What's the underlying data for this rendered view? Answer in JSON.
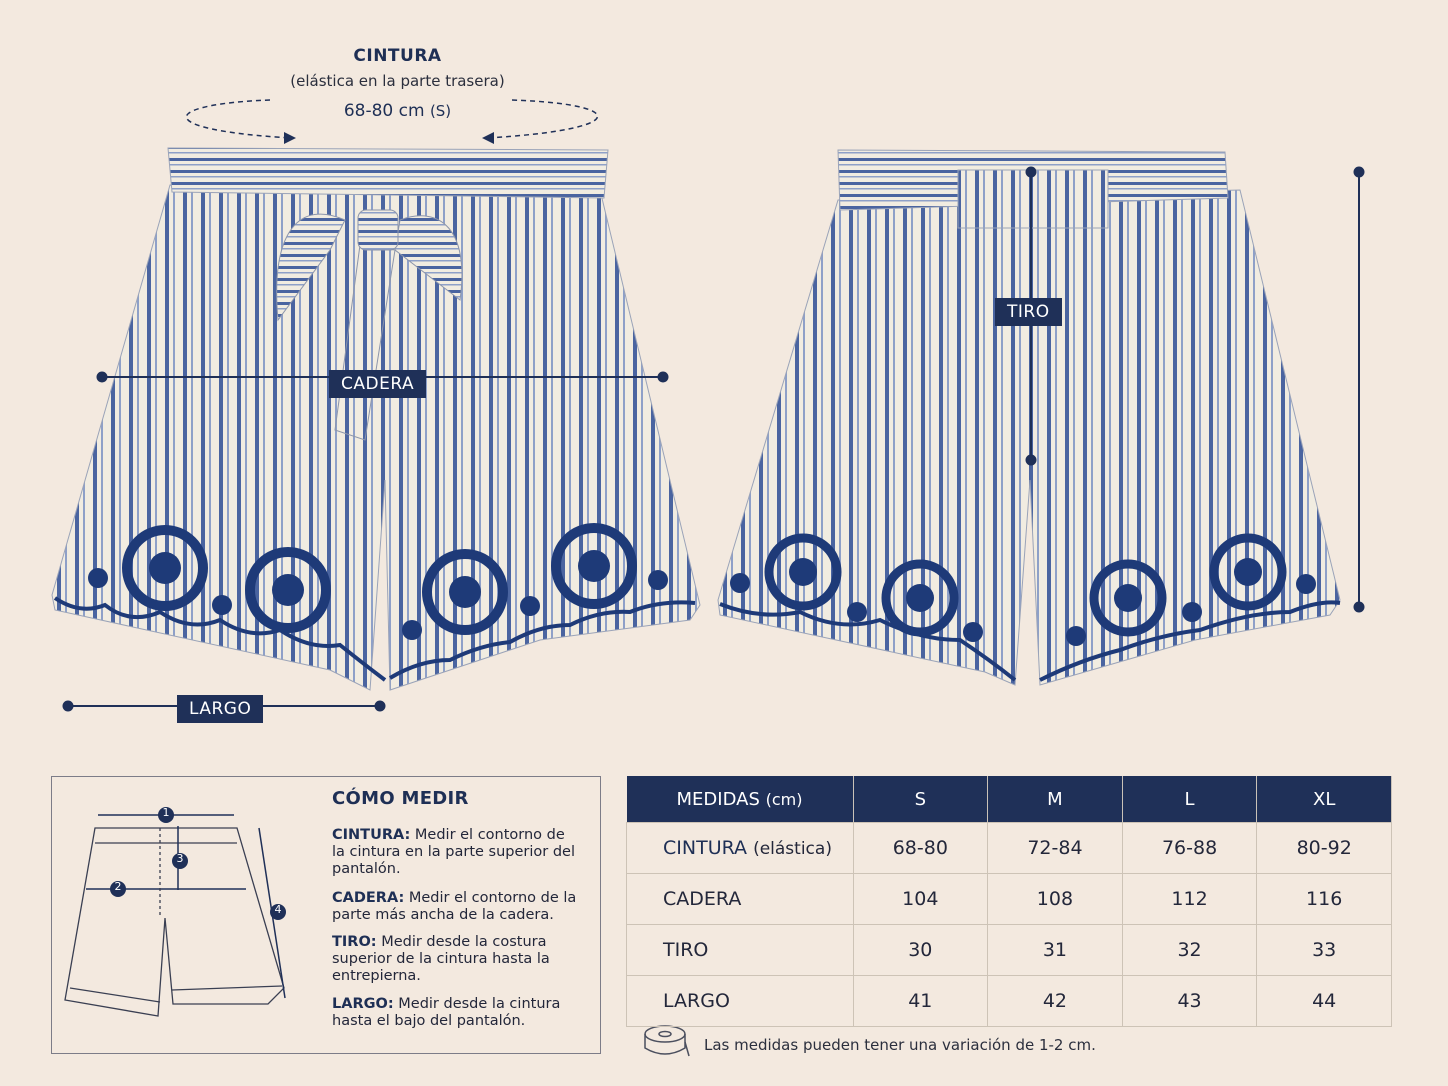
{
  "waist": {
    "title": "CINTURA",
    "subtitle": "(elástica en la parte trasera)",
    "value": "68-80 cm",
    "size": "(S)"
  },
  "labels": {
    "hip": "CADERA",
    "length": "LARGO",
    "rise": "TIRO"
  },
  "how_to": {
    "title": "CÓMO MEDIR",
    "markers": [
      "1",
      "2",
      "3",
      "4"
    ],
    "items": [
      {
        "term": "CINTURA:",
        "text": "Medir el contorno de la cintura en la parte superior del pantalón."
      },
      {
        "term": "CADERA:",
        "text": "Medir el contorno de la parte más ancha de la cadera."
      },
      {
        "term": "TIRO:",
        "text": "Medir desde la costura superior de la cintura hasta la entrepierna."
      },
      {
        "term": "LARGO:",
        "text": "Medir desde la cintura hasta el bajo del pantalón."
      }
    ]
  },
  "table": {
    "header": {
      "label": "MEDIDAS",
      "unit": "(cm)",
      "sizes": [
        "S",
        "M",
        "L",
        "XL"
      ]
    },
    "rows": [
      {
        "label": "CINTURA",
        "note": "(elástica)",
        "values": [
          "68-80",
          "72-84",
          "76-88",
          "80-92"
        ]
      },
      {
        "label": "CADERA",
        "note": "",
        "values": [
          "104",
          "108",
          "112",
          "116"
        ]
      },
      {
        "label": "TIRO",
        "note": "",
        "values": [
          "30",
          "31",
          "32",
          "33"
        ]
      },
      {
        "label": "LARGO",
        "note": "",
        "values": [
          "41",
          "42",
          "43",
          "44"
        ]
      }
    ]
  },
  "note": "Las medidas pueden tener una variación de 1-2 cm.",
  "icons": [
    "tape-measure-icon"
  ],
  "colors": {
    "navy": "#1f3058",
    "background": "#f3e9df",
    "fabric": "#f1ece1",
    "stripe": "#3f5a93"
  }
}
